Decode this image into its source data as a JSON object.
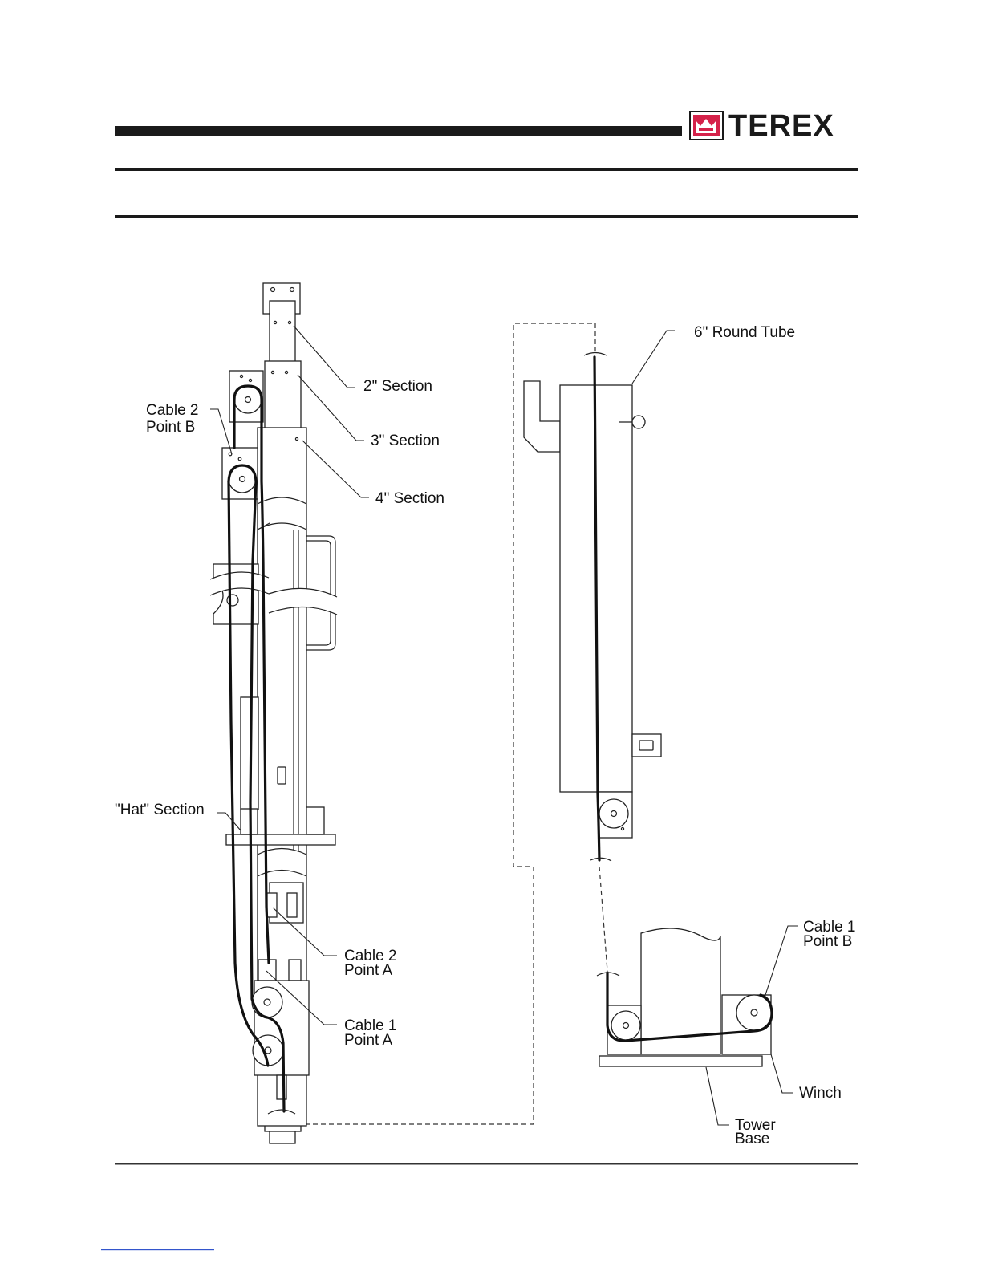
{
  "brand": {
    "name": "TEREX",
    "logo_icon": "terex-crown-logo-icon",
    "colors": {
      "logo_red": "#d5224a",
      "rule": "#1a1a1a"
    }
  },
  "labels": {
    "round_tube": "6\" Round Tube",
    "section_2": "2\" Section",
    "section_3": "3\" Section",
    "section_4": "4\" Section",
    "cable2_point_b": [
      "Cable 2",
      "Point B"
    ],
    "hat_section": "\"Hat\" Section",
    "cable2_point_a": [
      "Cable 2",
      "Point A"
    ],
    "cable1_point_a": [
      "Cable 1",
      "Point A"
    ],
    "cable1_point_b": [
      "Cable 1",
      "Point B"
    ],
    "winch": "Winch",
    "tower_base": [
      "Tower",
      "Base"
    ]
  }
}
